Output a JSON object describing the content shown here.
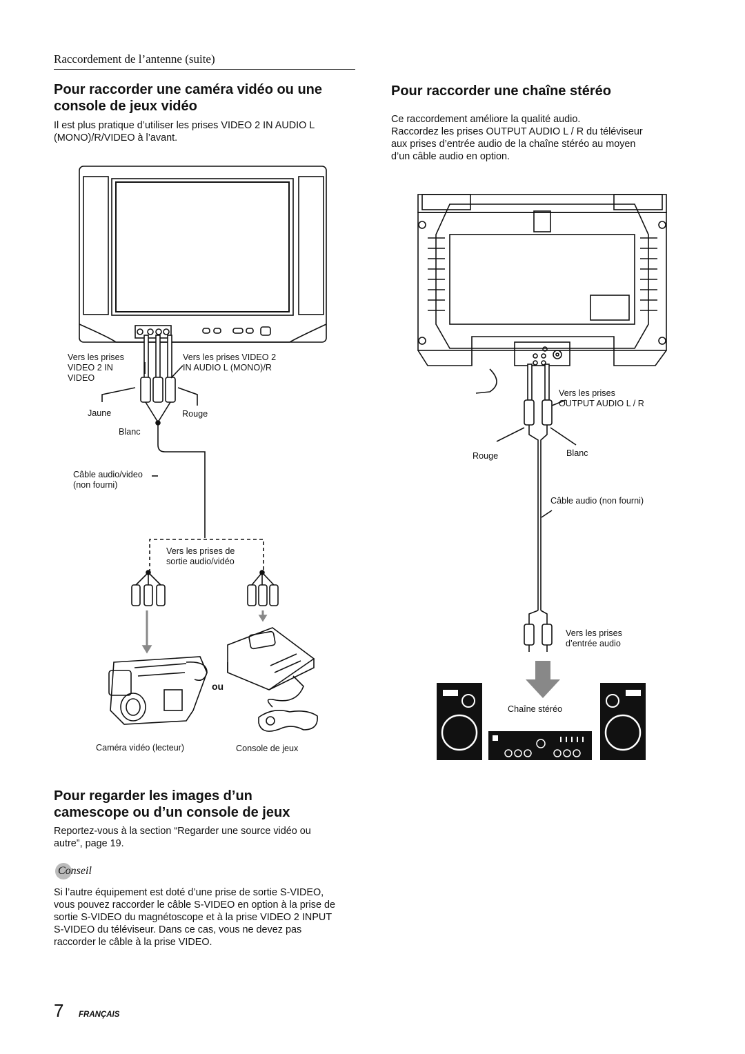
{
  "header": {
    "section": "Raccordement de l’antenne (suite)"
  },
  "left": {
    "heading_line1": "Pour raccorder une caméra vidéo ou une",
    "heading_line2": "console de jeux vidéo",
    "intro_line1": "Il est plus pratique d’utiliser les prises VIDEO 2 IN AUDIO L",
    "intro_line2": "(MONO)/R/VIDEO à l’avant.",
    "diagram": {
      "to_jacks_line1": "Vers les prises",
      "to_jacks_line2": "VIDEO 2 IN",
      "to_jacks_line3": "VIDEO",
      "to_audio_line1": "Vers les prises VIDEO 2",
      "to_audio_line2": "IN AUDIO L (MONO)/R",
      "yellow": "Jaune",
      "red": "Rouge",
      "white": "Blanc",
      "cable_line1": "Câble audio/video",
      "cable_line2": "(non fourni)",
      "out_line1": "Vers les prises de",
      "out_line2": "sortie audio/vidéo",
      "or": "ou",
      "camcorder": "Caméra vidéo (lecteur)",
      "console": "Console de jeux"
    }
  },
  "right": {
    "heading": "Pour raccorder une chaîne stéréo",
    "p1": "Ce raccordement améliore la qualité audio.",
    "p2_line1": "Raccordez les prises OUTPUT AUDIO L / R du téléviseur",
    "p2_line2": "aux prises d’entrée audio de la chaîne stéréo au moyen",
    "p2_line3": "d’un câble audio en option.",
    "diagram": {
      "to_out_line1": "Vers les prises",
      "to_out_line2": "OUTPUT AUDIO  L / R",
      "red": "Rouge",
      "white": "Blanc",
      "cable": "Câble audio (non fourni)",
      "to_in_line1": "Vers les prises",
      "to_in_line2": "d’entrée audio",
      "stereo": "Chaîne stéréo"
    }
  },
  "bottom": {
    "heading_line1": "Pour regarder les images d’un",
    "heading_line2": "camescope ou d’un console de jeux",
    "ref_line1": "Reportez-vous à la section “Regarder une source vidéo ou",
    "ref_line2": "autre”, page 19.",
    "tip_label": "Conseil",
    "tip_line1": "Si l’autre équipement est doté d’une prise de sortie S-VIDEO,",
    "tip_line2": "vous pouvez raccorder le câble S-VIDEO en option à la prise de",
    "tip_line3": "sortie S-VIDEO du magnétoscope et à la prise VIDEO 2 INPUT",
    "tip_line4": "S-VIDEO du téléviseur. Dans ce cas, vous ne devez pas",
    "tip_line5": "raccorder le câble à la prise VIDEO."
  },
  "footer": {
    "page_number": "7",
    "language": "FRANÇAIS"
  }
}
